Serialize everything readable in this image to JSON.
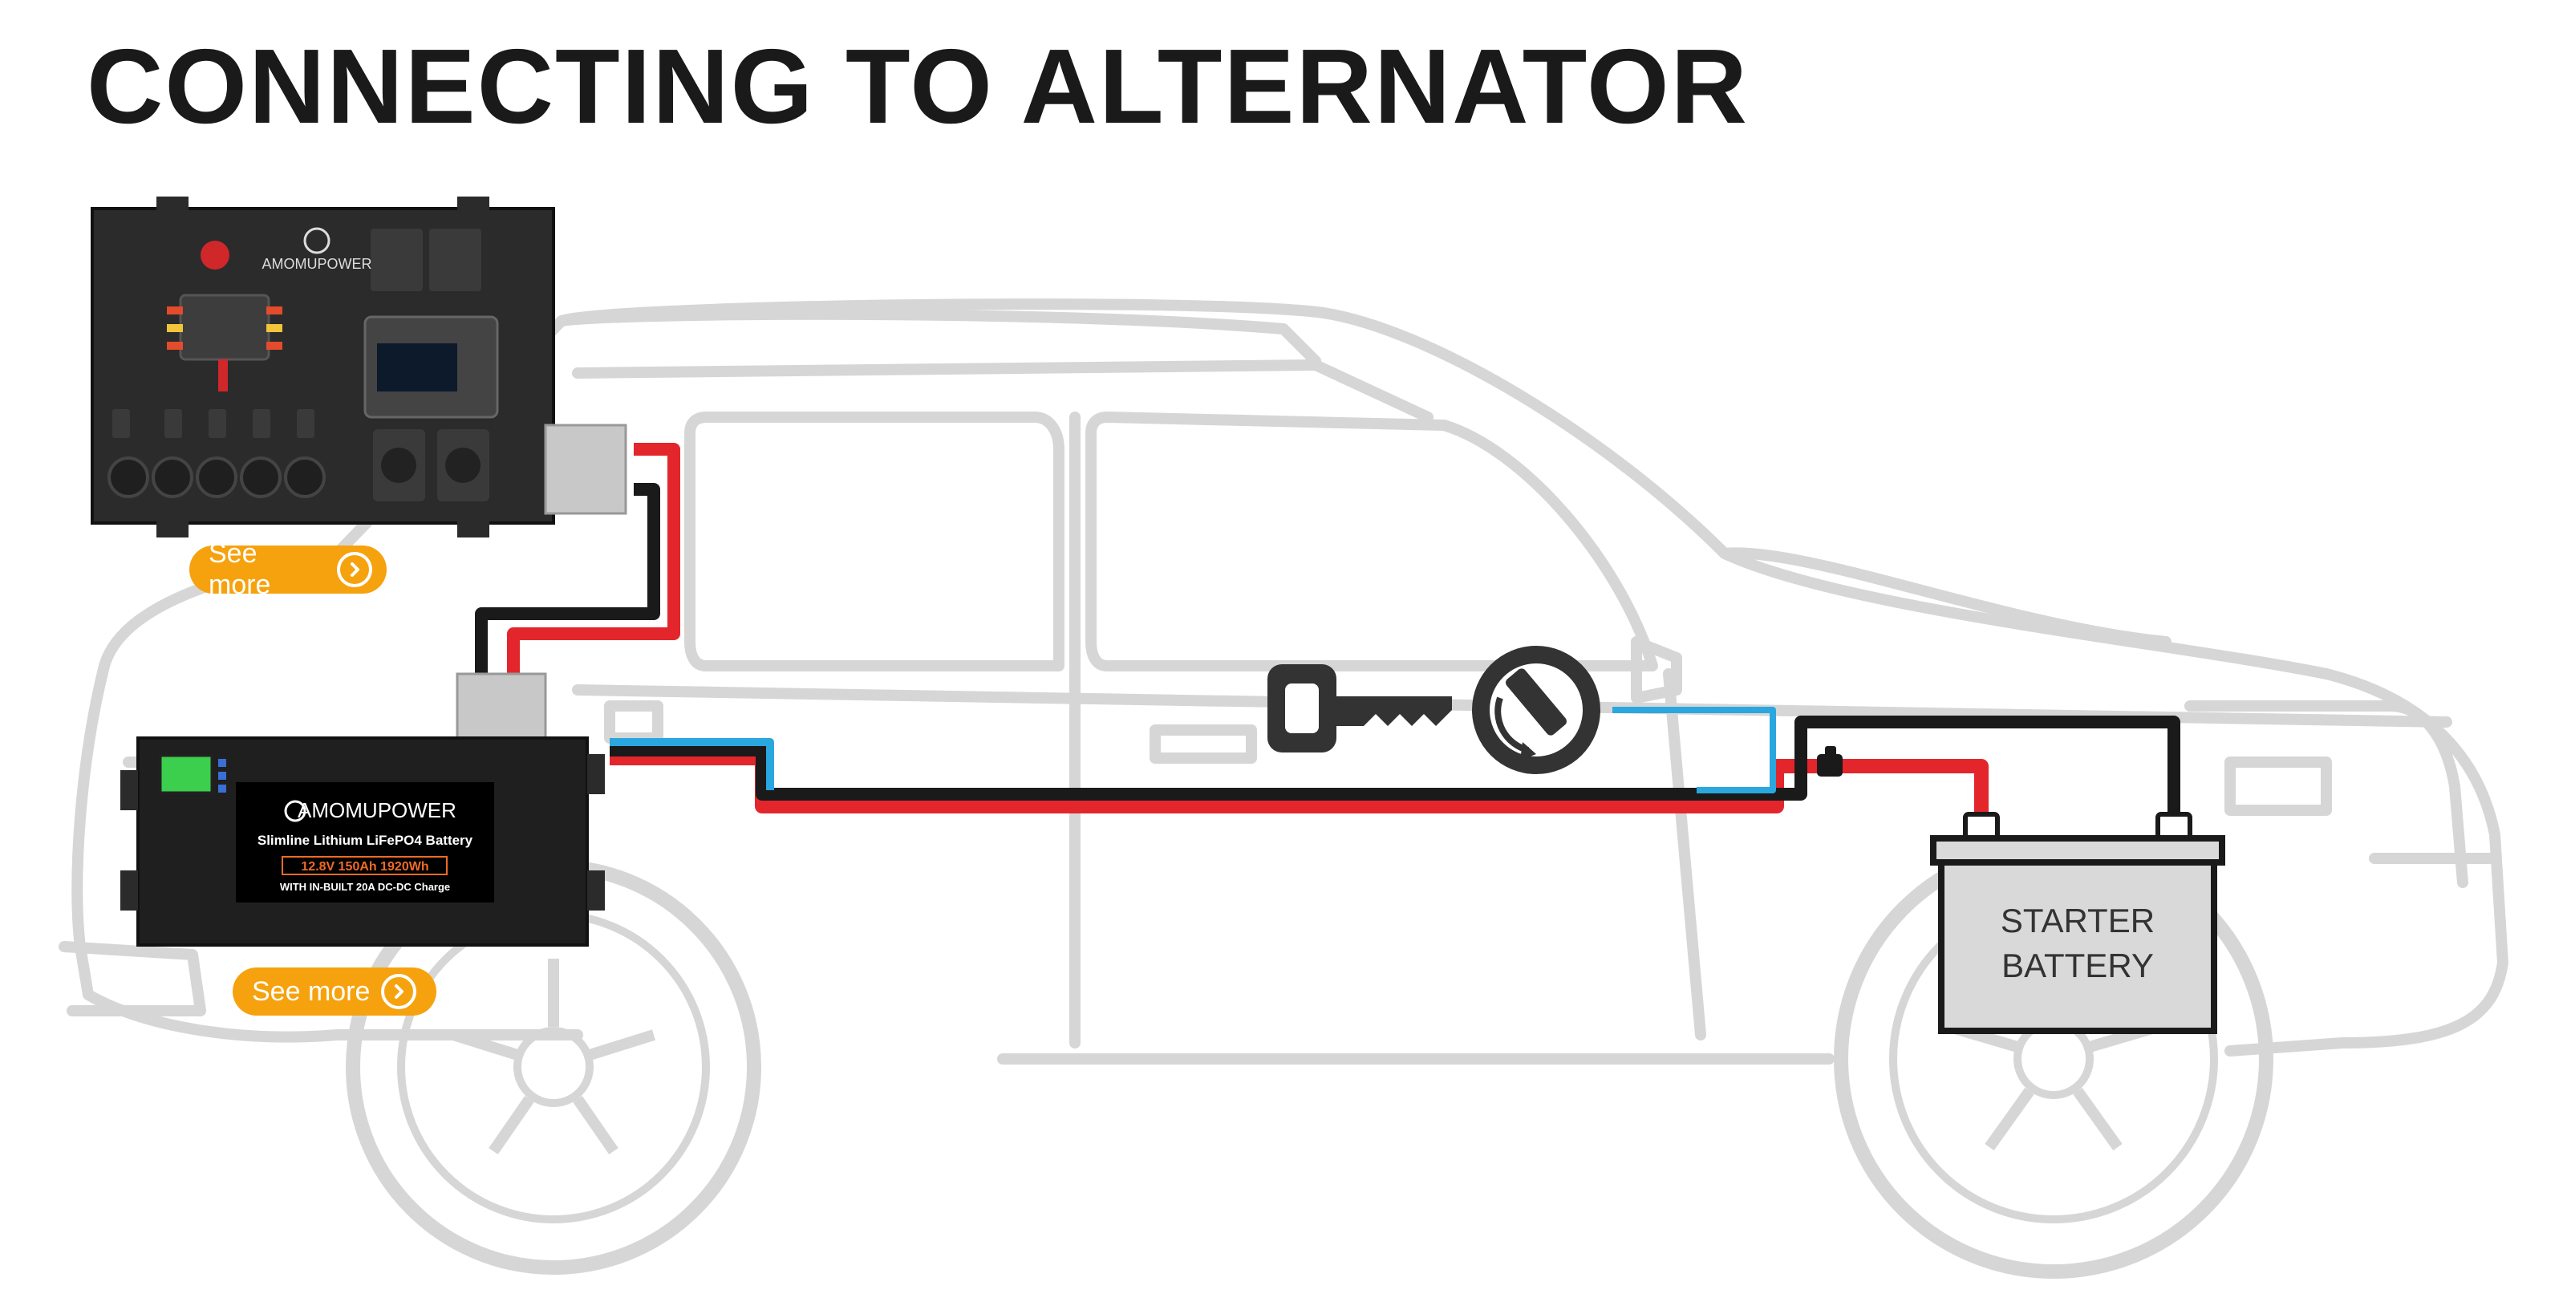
{
  "title": "CONNECTING TO ALTERNATOR",
  "panel": {
    "brand": "AMOMUPOWER"
  },
  "battery": {
    "brand": "AMOMUPOWER",
    "line1": "Slimline Lithium LiFePO4 Battery",
    "line2": "12.8V  150Ah 1920Wh",
    "line3": "WITH IN-BUILT 20A DC-DC Charge"
  },
  "starter_battery": {
    "line1": "STARTER",
    "line2": "BATTERY"
  },
  "buttons": {
    "see_more_1": "See more",
    "see_more_2": "See more"
  },
  "colors": {
    "positive_wire": "#e3262b",
    "negative_wire": "#1a1a1a",
    "ignition_wire": "#2aa7df",
    "button": "#f6a20e",
    "car_outline": "#d6d6d6"
  },
  "icons": [
    "ignition-key-icon",
    "ignition-switch-icon",
    "fuse-icon",
    "chevron-right-icon"
  ]
}
